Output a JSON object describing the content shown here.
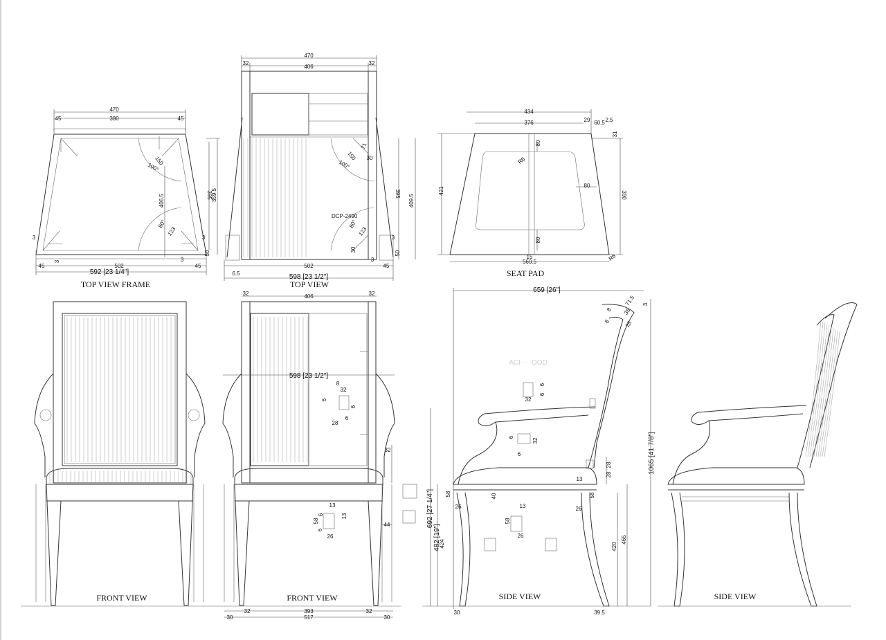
{
  "captions": {
    "top_view_frame": "TOP VIEW FRAME",
    "top_view": "TOP VIEW",
    "seat_pad": "SEAT PAD",
    "front_view_left": "FRONT VIEW",
    "front_view_right": "FRONT VIEW",
    "side_view_left": "SIDE VIEW",
    "side_view_right": "SIDE VIEW"
  },
  "watermark": "ACI··· ·OOD",
  "part_code": "DCP-2490",
  "dimensions": {
    "tvf_470": "470",
    "tvf_380": "380",
    "tvf_45a": "45",
    "tvf_45b": "45",
    "tvf_150": "150",
    "tvf_100": "100°",
    "tvf_406_5": "406.5",
    "tvf_80": "80°",
    "tvf_123": "123",
    "tvf_395": "395",
    "tvf_359_5": "359.5",
    "tvf_3a": "3",
    "tvf_3b": "3",
    "tvf_3c": "3",
    "tvf_3d": "3",
    "tvf_50": "50",
    "tvf_45c": "45",
    "tvf_45d": "45",
    "tvf_502": "502",
    "tvf_592": "592 [23 1/4\"]",
    "tv_470": "470",
    "tv_32a": "32",
    "tv_406": "406",
    "tv_32b": "32",
    "tv_71": "71",
    "tv_150": "150",
    "tv_30a": "30",
    "tv_100": "100°",
    "tv_395": "395",
    "tv_409_5": "409.5",
    "tv_80": "80°",
    "tv_123": "123",
    "tv_30b": "30",
    "tv_3a": "3",
    "tv_3b": "3",
    "tv_50": "50",
    "tv_45": "45",
    "tv_502": "502",
    "tv_6_5": "6.5",
    "tv_598": "598 [23 1/2\"]",
    "sp_434": "434",
    "sp_29": "29",
    "sp_2_5": "2.5",
    "sp_376": "376",
    "sp_60_5": "60.5",
    "sp_31": "31",
    "sp_80a": "80",
    "sp_r6a": "R6",
    "sp_80b": "80",
    "sp_421": "421",
    "sp_390": "390",
    "sp_80c": "80",
    "sp_15": "15",
    "sp_560_5": "560.5",
    "sp_r6b": "R6",
    "fv_32a": "32",
    "fv_406": "406",
    "fv_32b": "32",
    "fv_598": "598 [23 1/2\"]",
    "fv_8": "8",
    "fv_32c": "32",
    "fv_6a": "6",
    "fv_6b": "6",
    "fv_28": "28",
    "fv_6c": "6",
    "fv_32d": "32",
    "fv_13a": "13",
    "fv_13b": "13",
    "fv_58": "58",
    "fv_6d": "6",
    "fv_6e": "6",
    "fv_26": "26",
    "fv_44": "44",
    "fv_30a": "30",
    "fv_32e": "32",
    "fv_393": "393",
    "fv_32f": "32",
    "fv_30b": "30",
    "fv_517": "517",
    "sv_659": "659 [26\"]",
    "sv_71_5": "71.5",
    "sv_3": "3",
    "sv_8a": "8",
    "sv_8b": "8",
    "sv_35": "35",
    "sv_28a": "28",
    "sv_32a": "32",
    "sv_6a": "6",
    "sv_6b": "6",
    "sv_6c": "6",
    "sv_6d": "6",
    "sv_32b": "32",
    "sv_1065": "1065 [41 7/8\"]",
    "sv_28b": "28",
    "sv_28c": "28",
    "sv_13a": "13",
    "sv_58a": "58",
    "sv_40": "40",
    "sv_26a": "26",
    "sv_58b": "58",
    "sv_26b": "26",
    "sv_692": "692 [27 1/4\"]",
    "sv_482": "482 [19\"]",
    "sv_424": "424",
    "sv_13b": "13",
    "sv_58c": "58",
    "sv_26c": "26",
    "sv_420": "420",
    "sv_465": "465",
    "sv_30": "30",
    "sv_39_5": "39.5"
  }
}
